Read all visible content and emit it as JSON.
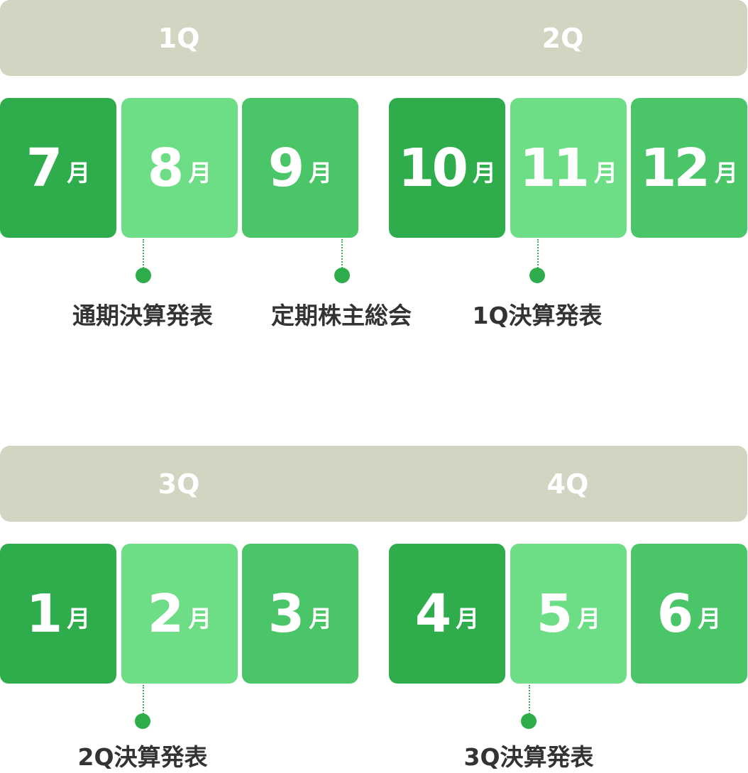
{
  "section1": {
    "quarters": [
      "1Q",
      "2Q"
    ],
    "months": [
      {
        "num": "7",
        "unit": "月"
      },
      {
        "num": "8",
        "unit": "月"
      },
      {
        "num": "9",
        "unit": "月"
      },
      {
        "num": "10",
        "unit": "月"
      },
      {
        "num": "11",
        "unit": "月"
      },
      {
        "num": "12",
        "unit": "月"
      }
    ],
    "events": [
      "通期決算発表",
      "定期株主総会",
      "1Q決算発表"
    ]
  },
  "section2": {
    "quarters": [
      "3Q",
      "4Q"
    ],
    "months": [
      {
        "num": "1",
        "unit": "月"
      },
      {
        "num": "2",
        "unit": "月"
      },
      {
        "num": "3",
        "unit": "月"
      },
      {
        "num": "4",
        "unit": "月"
      },
      {
        "num": "5",
        "unit": "月"
      },
      {
        "num": "6",
        "unit": "月"
      }
    ],
    "events": [
      "2Q決算発表",
      "3Q決算発表"
    ]
  },
  "colors": {
    "quarter_bar": "#d0d6c1",
    "month_dark": "#2fad4c",
    "month_light": "#6ede86",
    "month_mid": "#4ac567",
    "event_text": "#333333"
  }
}
